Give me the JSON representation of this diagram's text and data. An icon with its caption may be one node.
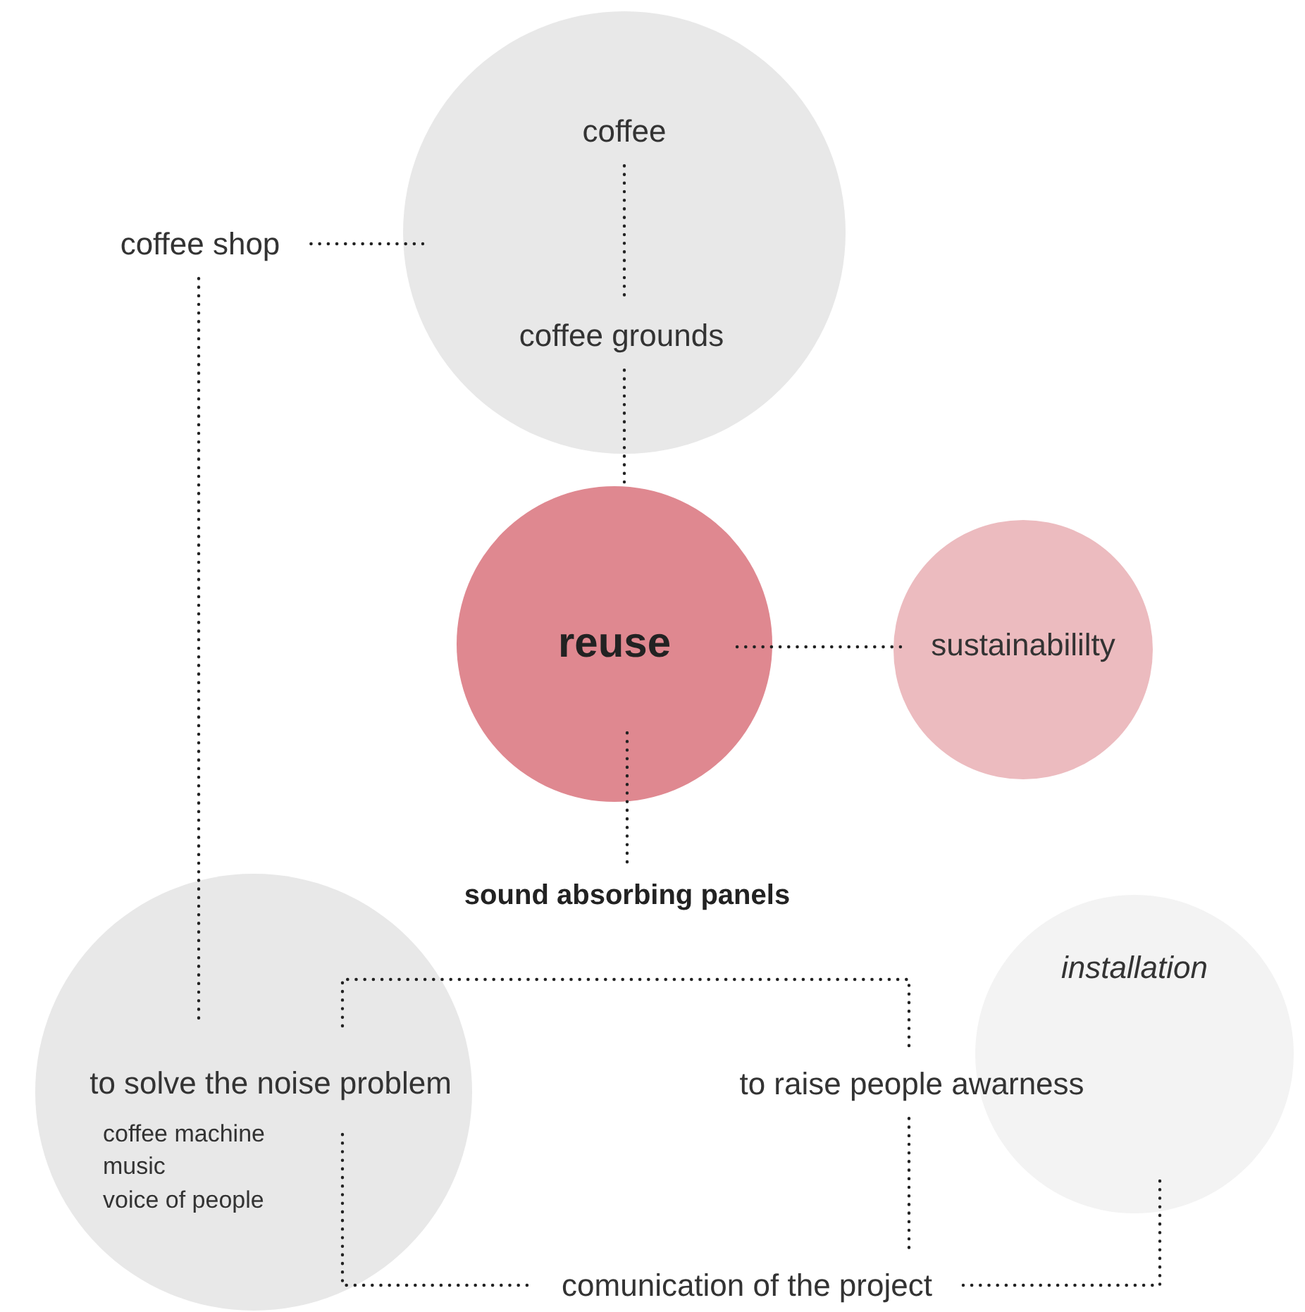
{
  "diagram": {
    "nodes": [
      {
        "text": [],
        "shape": "circle"
      },
      {
        "text": [
          "coffee"
        ],
        "in": 0
      },
      {
        "text": [
          "coffee grounds"
        ],
        "in": 0
      },
      {
        "text": [
          "coffee shop"
        ]
      },
      {
        "text": [
          "reuse"
        ]
      },
      {
        "text": [
          "sustainabililty"
        ]
      },
      {
        "text": [
          "sound absorbing panels"
        ]
      },
      {
        "text": [
          "to solve the noise problem",
          "coffee machine",
          "music",
          "voice of people"
        ]
      },
      {
        "text": [
          "to raise people awarness"
        ]
      },
      {
        "text": [
          "installation"
        ]
      },
      {
        "text": [
          "comunication of the project"
        ]
      }
    ],
    "edges": [
      {
        "from": 1,
        "to": 2,
        "arrow": "none"
      },
      {
        "from": 3,
        "to": 0,
        "arrow": "none"
      },
      {
        "from": 2,
        "to": 4,
        "arrow": "none"
      },
      {
        "from": 4,
        "to": 5,
        "arrow": "none"
      },
      {
        "from": 4,
        "to": 6,
        "arrow": "none"
      },
      {
        "from": 3,
        "to": 7,
        "arrow": "none"
      },
      {
        "from": 7,
        "to": 8,
        "arrow": "none"
      },
      {
        "from": 8,
        "to": 10,
        "arrow": "none"
      },
      {
        "from": 7,
        "to": 10,
        "arrow": "none"
      },
      {
        "from": 9,
        "to": 10,
        "arrow": "none"
      }
    ]
  }
}
